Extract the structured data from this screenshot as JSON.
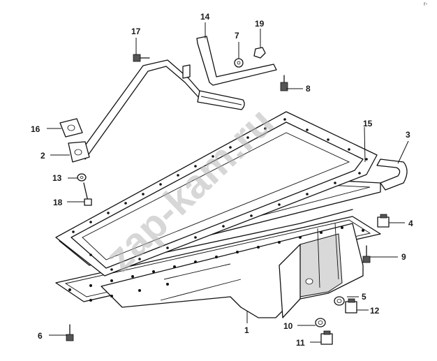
{
  "corner_mark": "r-",
  "watermark": "zap-kam.ru",
  "callouts": {
    "c1": "1",
    "c2": "2",
    "c3": "3",
    "c4": "4",
    "c5": "5",
    "c6": "6",
    "c7": "7",
    "c8": "8",
    "c9": "9",
    "c10": "10",
    "c11": "11",
    "c12": "12",
    "c13": "13",
    "c14": "14",
    "c15": "15",
    "c16": "16",
    "c17": "17",
    "c18": "18",
    "c19": "19"
  }
}
